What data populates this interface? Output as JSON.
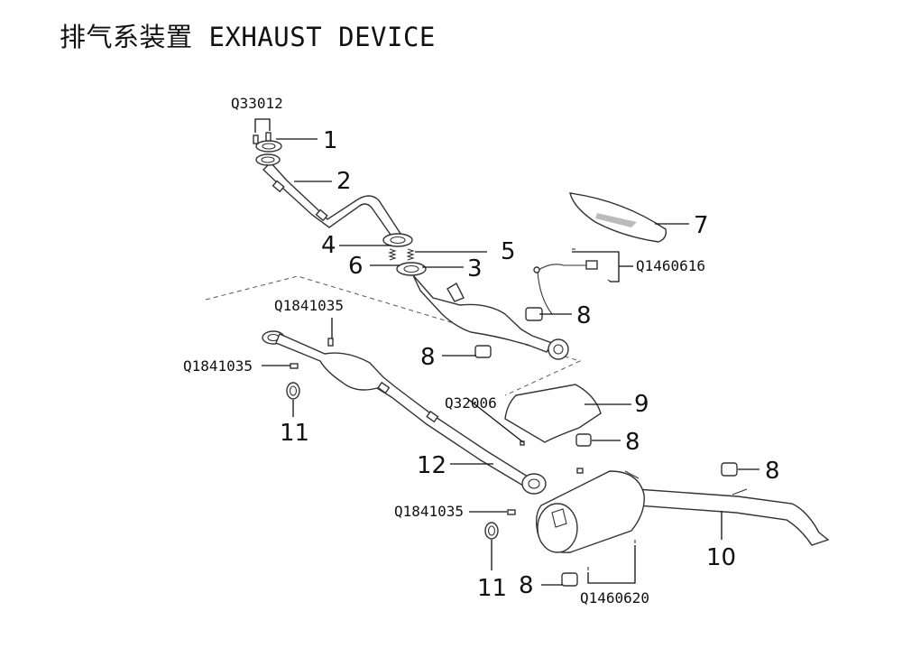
{
  "title": "排气系装置 EXHAUST DEVICE",
  "callouts": {
    "n1": "1",
    "n2": "2",
    "n3": "3",
    "n4": "4",
    "n5": "5",
    "n6": "6",
    "n7": "7",
    "n8a": "8",
    "n8b": "8",
    "n8c": "8",
    "n8d": "8",
    "n8e": "8",
    "n9": "9",
    "n10": "10",
    "n11a": "11",
    "n11b": "11",
    "n12": "12"
  },
  "codes": {
    "q33012": "Q33012",
    "q1460616": "Q1460616",
    "q1841035_top": "Q1841035",
    "q1841035_left": "Q1841035",
    "q1841035_bottom": "Q1841035",
    "q32006": "Q32006",
    "q1460620": "Q1460620"
  }
}
